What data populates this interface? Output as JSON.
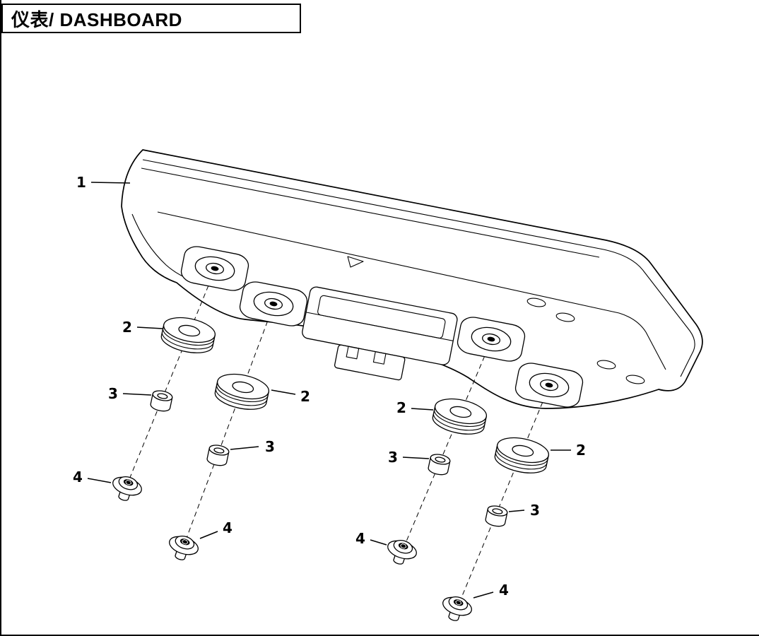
{
  "title": "仪表/ DASHBOARD",
  "callouts": {
    "panel": {
      "label": "1"
    },
    "grommets": [
      {
        "label": "2"
      },
      {
        "label": "2"
      },
      {
        "label": "2"
      },
      {
        "label": "2"
      }
    ],
    "bushings": [
      {
        "label": "3"
      },
      {
        "label": "3"
      },
      {
        "label": "3"
      },
      {
        "label": "3"
      }
    ],
    "screws": [
      {
        "label": "4"
      },
      {
        "label": "4"
      },
      {
        "label": "4"
      },
      {
        "label": "4"
      }
    ]
  },
  "colors": {
    "line": "#000000",
    "background": "#ffffff"
  }
}
